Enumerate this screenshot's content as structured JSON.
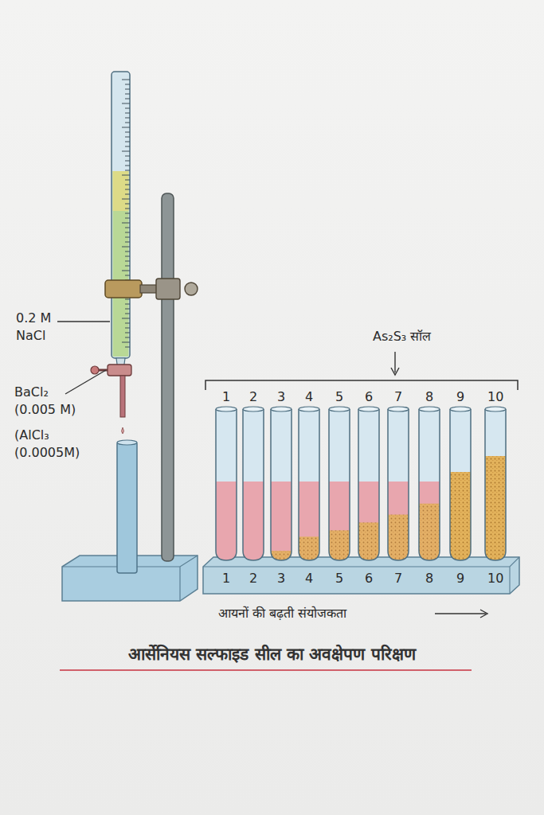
{
  "diagram": {
    "caption": "आर्सेनियस सल्फाइड सील का अवक्षेपण परिक्षण",
    "labels": [
      "0.2 M NaCl",
      "BaCl₂ (0.005 M)",
      "(AlCl₃ (0.0005M)",
      "As₂S₃ सॉल",
      "1",
      "2",
      "3",
      "4",
      "5",
      "6",
      "7",
      "8",
      "9",
      "10",
      "1",
      "2",
      "3",
      "4",
      "5",
      "6",
      "7",
      "8",
      "9",
      "10",
      "आयनों की बढ़ती संयोजकता"
    ]
  }
}
